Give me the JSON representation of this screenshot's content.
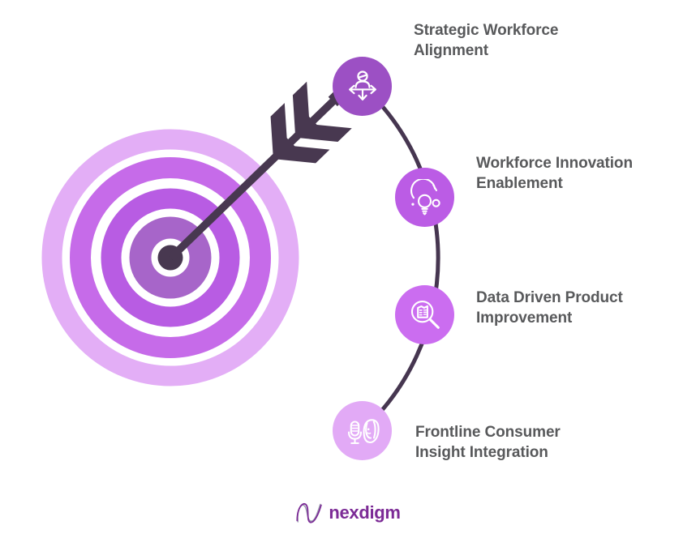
{
  "diagram": {
    "text_color": "#58595b",
    "connector_color": "#463650",
    "target": {
      "center_dot_color": "#483850",
      "arrow_color": "#483850",
      "rings": [
        {
          "name": "outer-ring",
          "color": "#e3aef6"
        },
        {
          "name": "ring-2",
          "color": "#c66be9"
        },
        {
          "name": "ring-3",
          "color": "#b85ce3"
        },
        {
          "name": "inner-ring",
          "color": "#a765c9"
        }
      ]
    },
    "items": [
      {
        "lines": [
          "Strategic Workforce",
          "Alignment"
        ],
        "icon": "workforce-alignment-icon",
        "circle_color": "#9c50c4"
      },
      {
        "lines": [
          "Workforce Innovation",
          "Enablement"
        ],
        "icon": "innovation-lightbulb-icon",
        "circle_color": "#bb5ce5"
      },
      {
        "lines": [
          "Data Driven Product",
          "Improvement"
        ],
        "icon": "data-analysis-magnifier-icon",
        "circle_color": "#cb6df0"
      },
      {
        "lines": [
          "Frontline Consumer",
          "Insight Integration"
        ],
        "icon": "consumer-interview-icon",
        "circle_color": "#e2aaf6"
      }
    ]
  },
  "branding": {
    "logo_text": "nexdigm",
    "logo_color": "#7c2b96"
  }
}
